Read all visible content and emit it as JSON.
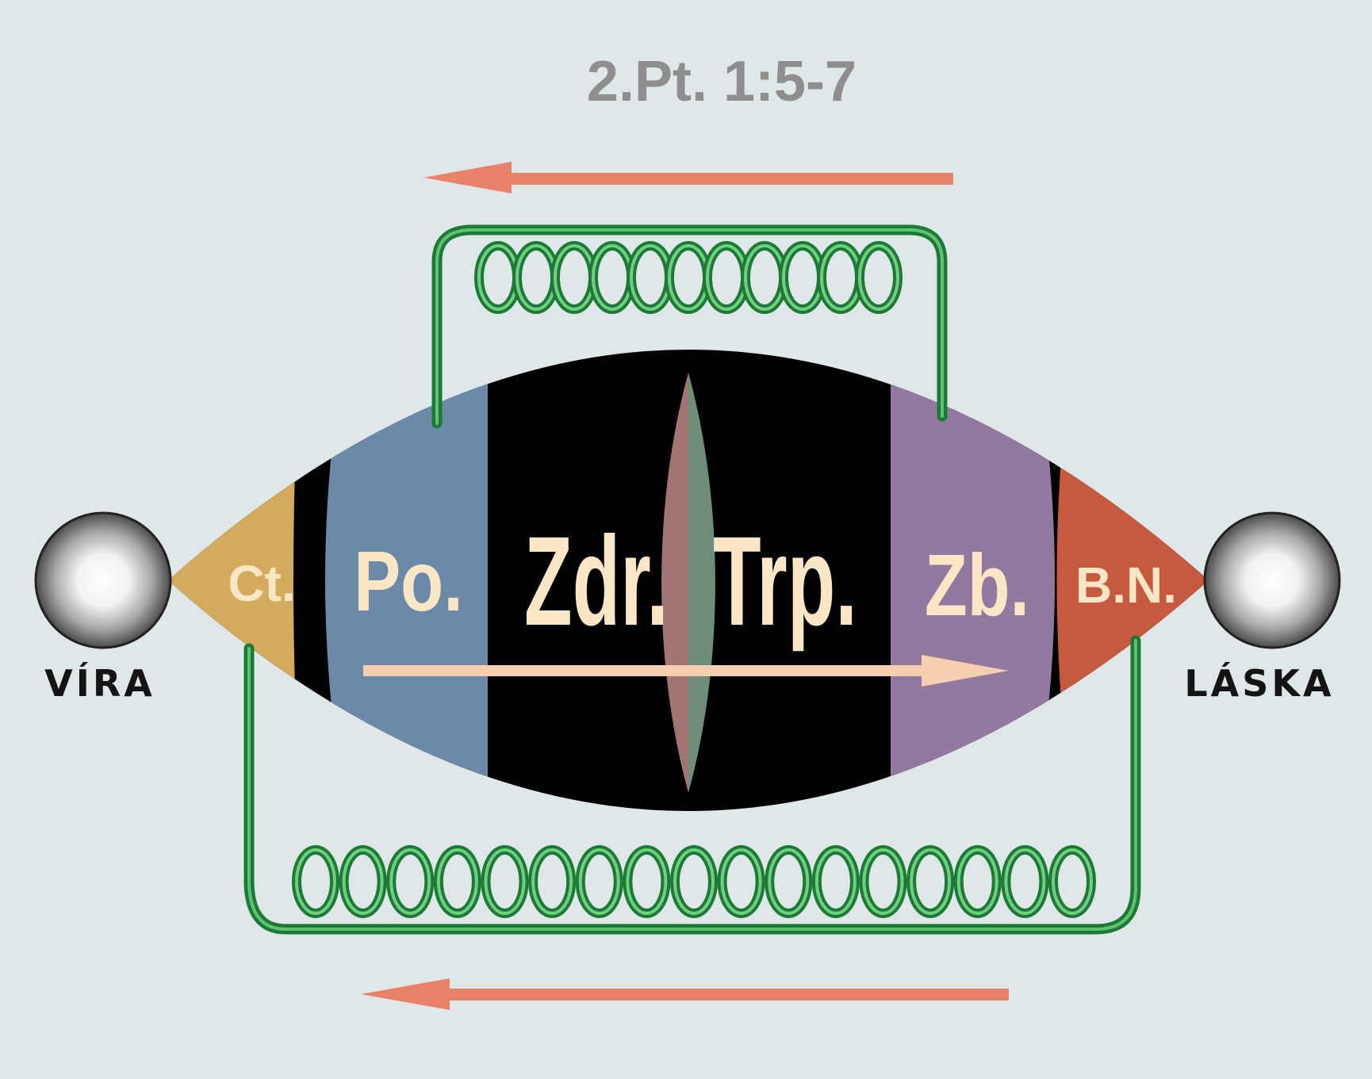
{
  "title": "2.Pt. 1:5-7",
  "left_endpoint": {
    "label": "VÍRA"
  },
  "right_endpoint": {
    "label": "LÁSKA"
  },
  "segments": [
    {
      "id": "ct",
      "label": "Ct.",
      "color": "#d4aa5c"
    },
    {
      "id": "po",
      "label": "Po.",
      "color": "#6c89aa"
    },
    {
      "id": "zdr",
      "label": "Zdr.",
      "color": "#a37474"
    },
    {
      "id": "trp",
      "label": "Trp.",
      "color": "#6f8e79"
    },
    {
      "id": "zb",
      "label": "Zb.",
      "color": "#93789f"
    },
    {
      "id": "bn",
      "label": "B.N.",
      "color": "#c65a3e"
    }
  ],
  "colors": {
    "background": "#dfe7e8",
    "lens": "#000000",
    "spring": "#2e9a48",
    "arrow_orange": "#e8836a",
    "arrow_cream": "#f6cfae",
    "title": "#8e8e8e"
  },
  "icons": {
    "left_sphere": "sphere-icon",
    "right_sphere": "sphere-icon",
    "top_arrow": "arrow-left-icon",
    "bottom_arrow": "arrow-left-icon",
    "middle_arrow": "arrow-right-icon",
    "top_spring": "coil-spring-icon",
    "bottom_spring": "coil-spring-icon"
  }
}
